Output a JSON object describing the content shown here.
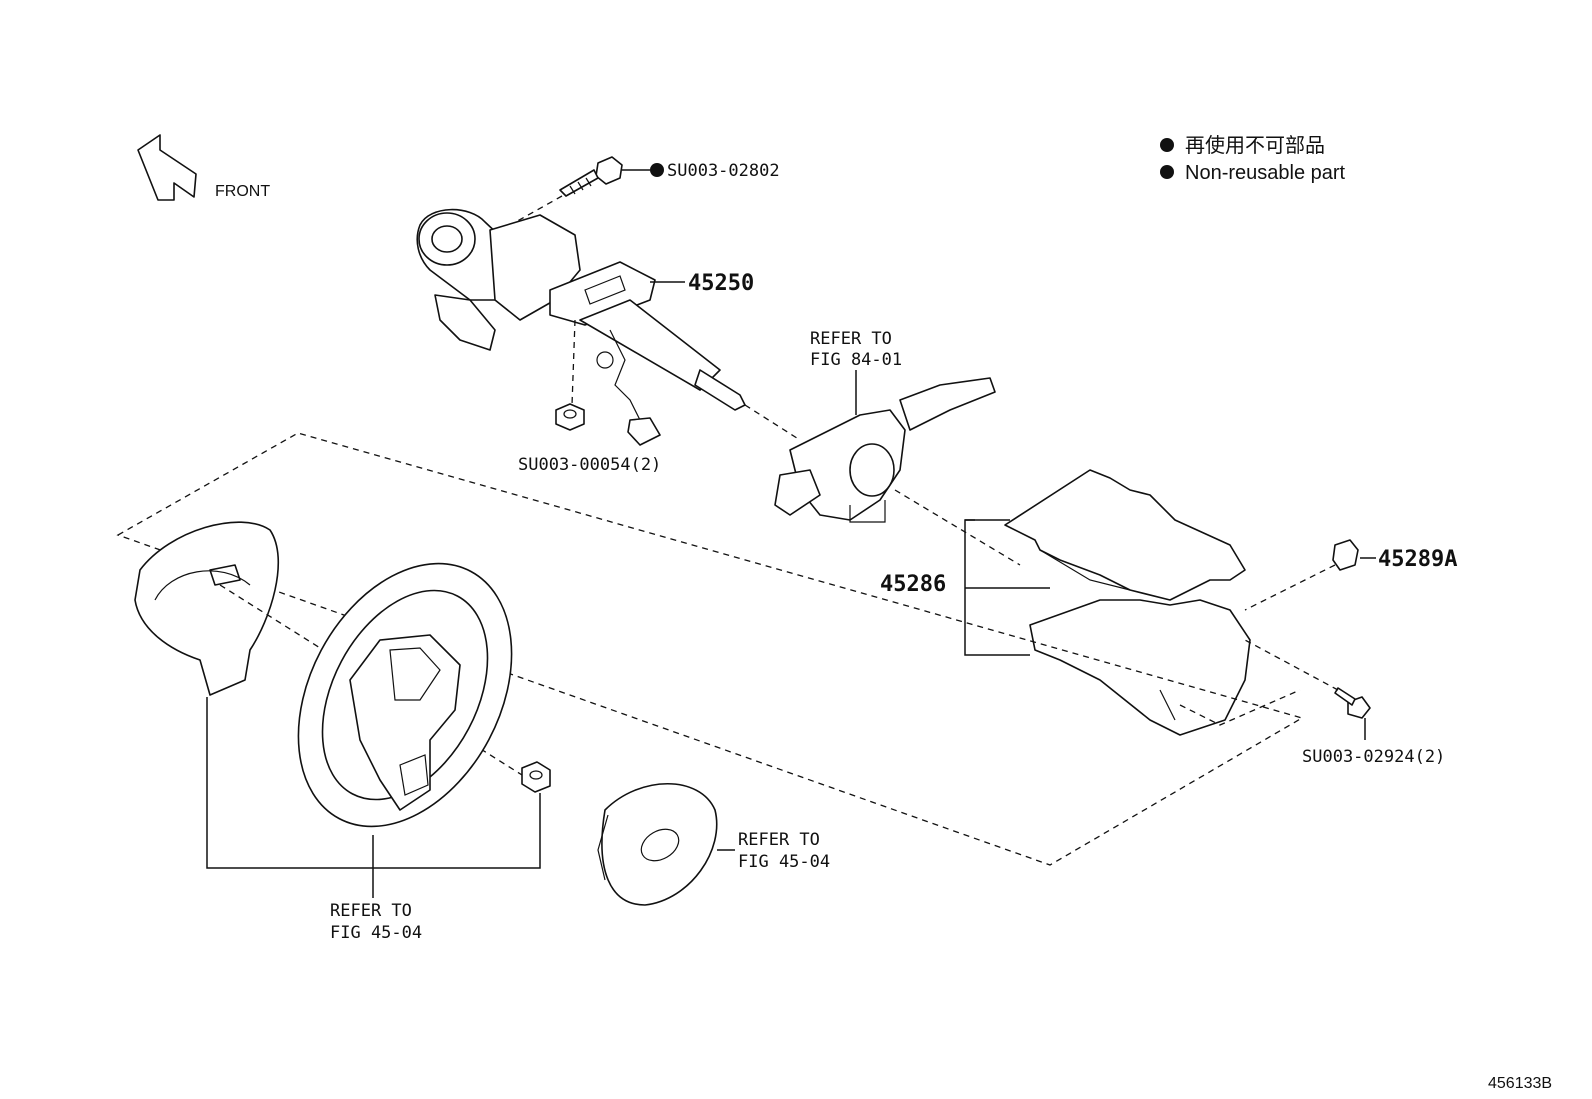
{
  "legend": {
    "japanese": "再使用不可部品",
    "english": "Non-reusable part"
  },
  "front_label": "FRONT",
  "callouts": {
    "bolt_top": "SU003-02802",
    "column": "45250",
    "nut_column": "SU003-00054(2)",
    "switch_ref_line1": "REFER TO",
    "switch_ref_line2": "FIG 84-01",
    "cover": "45286",
    "clip": "45289A",
    "screw": "SU003-02924(2)",
    "pad_ref_line1": "REFER TO",
    "pad_ref_line2": "FIG 45-04",
    "wheel_ref_line1": "REFER TO",
    "wheel_ref_line2": "FIG 45-04"
  },
  "figure_id": "456133B"
}
